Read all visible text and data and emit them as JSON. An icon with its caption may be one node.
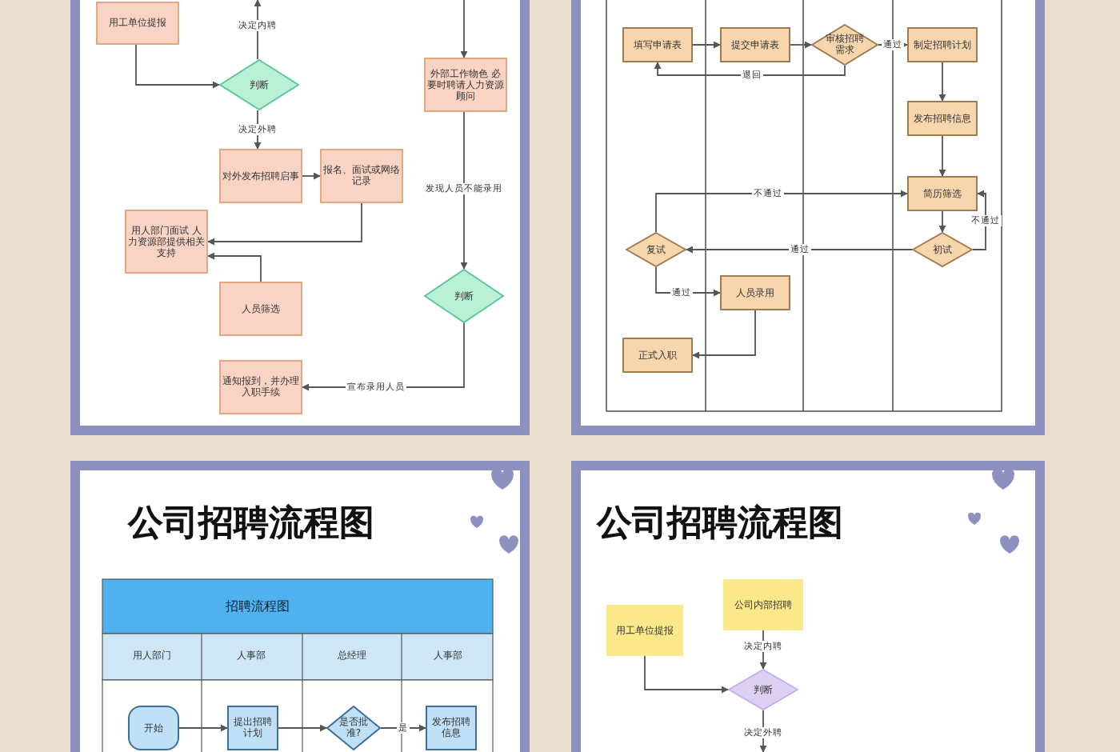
{
  "diagram": {
    "nodes": [
      {
        "text": [
          "用工单位提报"
        ]
      },
      {
        "text": [
          "判断"
        ]
      },
      {
        "text": [
          "对外发布招聘启事"
        ]
      },
      {
        "text": [
          "报名、面试或网络记录"
        ]
      },
      {
        "text": [
          "用人部门面试 人力资源部提供相关支持"
        ]
      },
      {
        "text": [
          "人员筛选"
        ]
      },
      {
        "text": [
          "外部工作物色 必要时聘请人力资源顾问"
        ]
      },
      {
        "text": [
          "判断"
        ]
      },
      {
        "text": [
          "通知报到，并办理入职手续"
        ]
      },
      {
        "text": [
          "填写申请表"
        ]
      },
      {
        "text": [
          "提交申请表"
        ]
      },
      {
        "text": [
          "审核招聘需求"
        ]
      },
      {
        "text": [
          "制定招聘计划"
        ]
      },
      {
        "text": [
          "发布招聘信息"
        ]
      },
      {
        "text": [
          "简历筛选"
        ]
      },
      {
        "text": [
          "初试"
        ]
      },
      {
        "text": [
          "复试"
        ]
      },
      {
        "text": [
          "人员录用"
        ]
      },
      {
        "text": [
          "正式入职"
        ]
      },
      {
        "text": [
          "开始"
        ]
      },
      {
        "text": [
          "提出招聘计划"
        ]
      },
      {
        "text": [
          "是否批准?"
        ]
      },
      {
        "text": [
          "发布招聘信息"
        ]
      },
      {
        "text": [
          "用工单位提报"
        ]
      },
      {
        "text": [
          "公司内部招聘"
        ]
      },
      {
        "text": [
          "判断"
        ]
      }
    ],
    "edges": [
      {
        "from": 0,
        "to": 1,
        "arrow": "to"
      },
      {
        "from": 1,
        "to": null,
        "arrow": "to",
        "label": "决定内聘"
      },
      {
        "from": 1,
        "to": 2,
        "arrow": "to",
        "label": "决定外聘"
      },
      {
        "from": 2,
        "to": 3,
        "arrow": "to"
      },
      {
        "from": 3,
        "to": 4,
        "arrow": "to"
      },
      {
        "from": 5,
        "to": 4,
        "arrow": "to"
      },
      {
        "from": null,
        "to": 6,
        "arrow": "to"
      },
      {
        "from": 6,
        "to": 7,
        "arrow": "to",
        "label": "发现人员不能录用"
      },
      {
        "from": 7,
        "to": 8,
        "arrow": "to",
        "label": "宣布录用人员"
      },
      {
        "from": 9,
        "to": 10,
        "arrow": "to"
      },
      {
        "from": 10,
        "to": 11,
        "arrow": "to"
      },
      {
        "from": 11,
        "to": 12,
        "arrow": "to",
        "label": "通过"
      },
      {
        "from": 11,
        "to": 9,
        "arrow": "to",
        "label": "退回"
      },
      {
        "from": 12,
        "to": 13,
        "arrow": "to"
      },
      {
        "from": 13,
        "to": 14,
        "arrow": "to"
      },
      {
        "from": 14,
        "to": 15,
        "arrow": "to"
      },
      {
        "from": 15,
        "to": 14,
        "arrow": "to",
        "label": "不通过"
      },
      {
        "from": 15,
        "to": 16,
        "arrow": "to",
        "label": "通过"
      },
      {
        "from": 16,
        "to": 14,
        "arrow": "to",
        "label": "不通过"
      },
      {
        "from": 16,
        "to": 17,
        "arrow": "to",
        "label": "通过"
      },
      {
        "from": 17,
        "to": 18,
        "arrow": "to"
      },
      {
        "from": 19,
        "to": 20,
        "arrow": "to"
      },
      {
        "from": 20,
        "to": 21,
        "arrow": "to"
      },
      {
        "from": 21,
        "to": 22,
        "arrow": "to",
        "label": "是"
      },
      {
        "from": 23,
        "to": 25,
        "arrow": "to"
      },
      {
        "from": 24,
        "to": 25,
        "arrow": "to",
        "label": "决定内聘"
      },
      {
        "from": 25,
        "to": null,
        "arrow": "to",
        "label": "决定外聘"
      }
    ],
    "labels": [
      "公司招聘流程图",
      "公司招聘流程图",
      "招聘流程图",
      "用人部门",
      "人事部",
      "总经理",
      "人事部"
    ]
  }
}
